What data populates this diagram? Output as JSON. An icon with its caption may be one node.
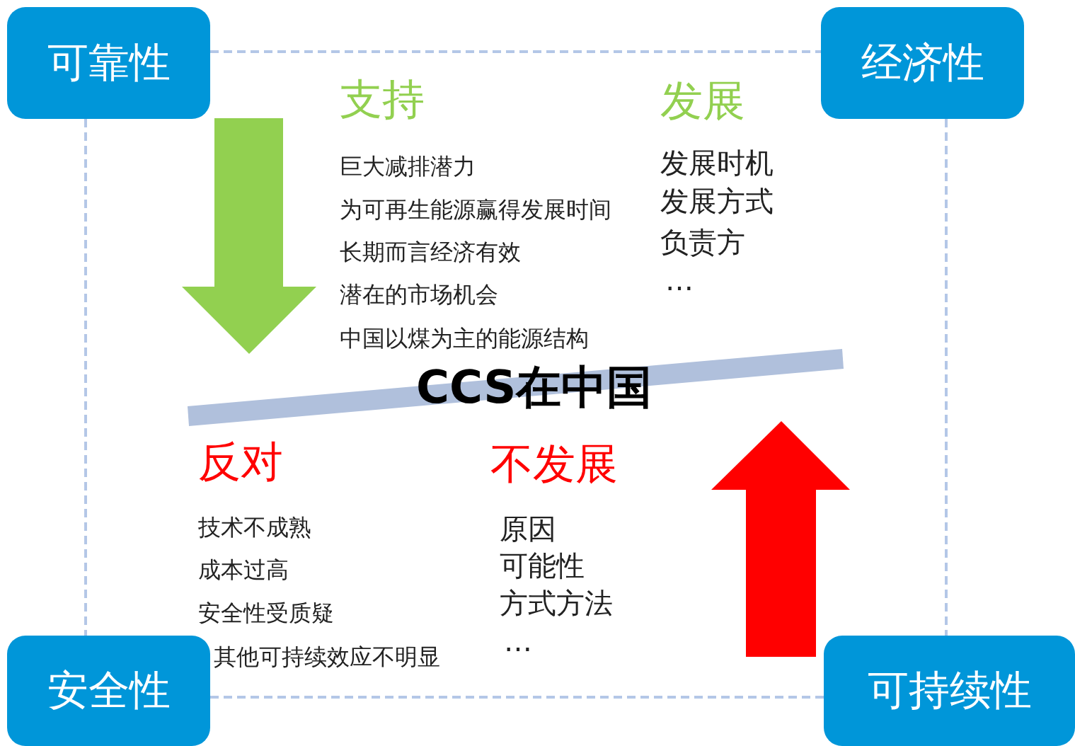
{
  "diagram": {
    "nodes": [
      {
        "text": [
          "可靠性"
        ]
      },
      {
        "text": [
          "经济性"
        ]
      },
      {
        "text": [
          "安全性"
        ]
      },
      {
        "text": [
          "可持续性"
        ]
      }
    ],
    "edges": [
      {
        "from": 0,
        "to": 1,
        "arrow": "none",
        "style": "dashed"
      },
      {
        "from": 0,
        "to": 2,
        "arrow": "none",
        "style": "dashed"
      },
      {
        "from": 1,
        "to": 3,
        "arrow": "none",
        "style": "dashed"
      },
      {
        "from": 2,
        "to": 3,
        "arrow": "none",
        "style": "dashed"
      }
    ],
    "labels": [
      "支持",
      "发展",
      "巨大减排潜力",
      "为可再生能源赢得发展时间",
      "长期而言经济有效",
      "潜在的市场机会",
      "中国以煤为主的能源结构",
      "发展时机",
      "发展方式",
      "负责方",
      "…",
      "CCS在中国",
      "反对",
      "不发展",
      "技术不成熟",
      "成本过高",
      "安全性受质疑",
      "其他可持续效应不明显",
      "原因",
      "可能性",
      "方式方法",
      "…"
    ]
  }
}
